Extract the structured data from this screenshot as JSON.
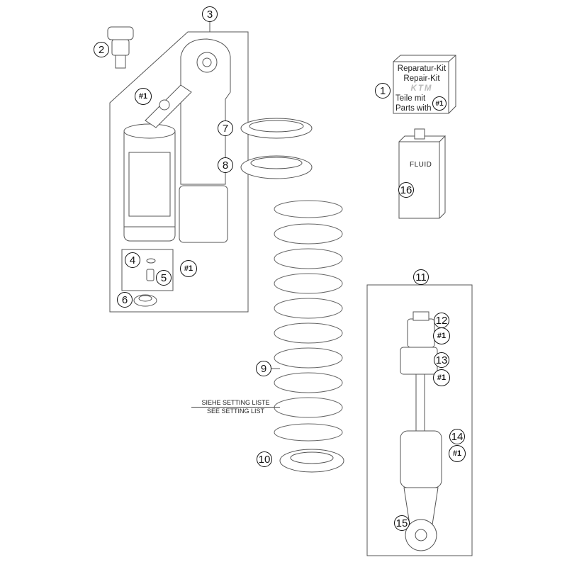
{
  "callouts": {
    "c1": "1",
    "c2": "2",
    "c3": "3",
    "c4": "4",
    "c5": "5",
    "c6": "6",
    "c7": "7",
    "c8": "8",
    "c9": "9",
    "c10": "10",
    "c11": "11",
    "c12": "12",
    "c13": "13",
    "c14": "14",
    "c15": "15",
    "c16": "16"
  },
  "ref_marker": "#1",
  "repair_kit": {
    "line1": "Reparatur-Kit",
    "line2": "Repair-Kit",
    "logo": "KTM",
    "line3": "Teile mit",
    "line4": "Parts with"
  },
  "fluid_label": "FLUID",
  "setting_note": {
    "de": "SIEHE SETTING LISTE",
    "en": "SEE SETTING LIST"
  }
}
